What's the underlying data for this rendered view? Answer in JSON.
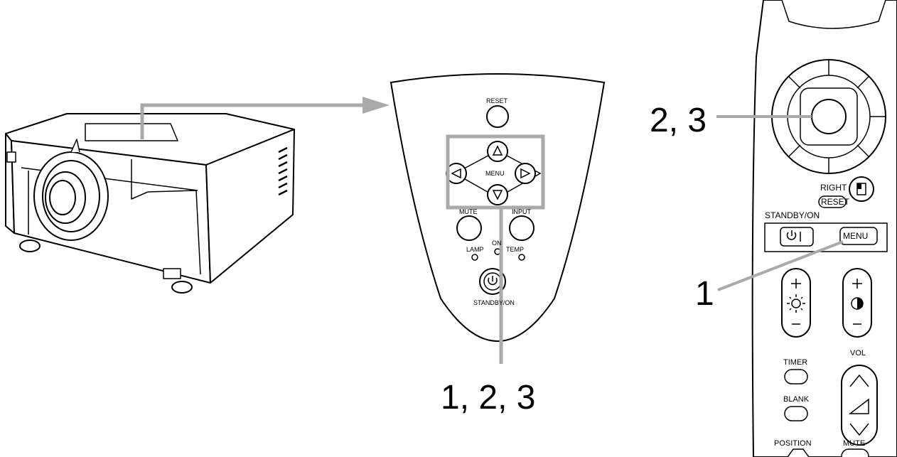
{
  "callouts": {
    "panel_steps": "1, 2, 3",
    "remote_steps_23": "2, 3",
    "remote_step_1": "1"
  },
  "panel": {
    "reset": "RESET",
    "menu": "MENU",
    "mute": "MUTE",
    "input": "INPUT",
    "on": "ON",
    "lamp": "LAMP",
    "temp": "TEMP",
    "standby": "STANDBY/ON"
  },
  "remote": {
    "right": "RIGHT",
    "reset": "RESET",
    "standby_on": "STANDBY/ON",
    "menu": "MENU",
    "timer": "TIMER",
    "vol": "VOL",
    "blank": "BLANK",
    "position": "POSITION",
    "mute": "MUTE"
  },
  "colors": {
    "leader": "#aaaaaa",
    "ink": "#000000"
  }
}
